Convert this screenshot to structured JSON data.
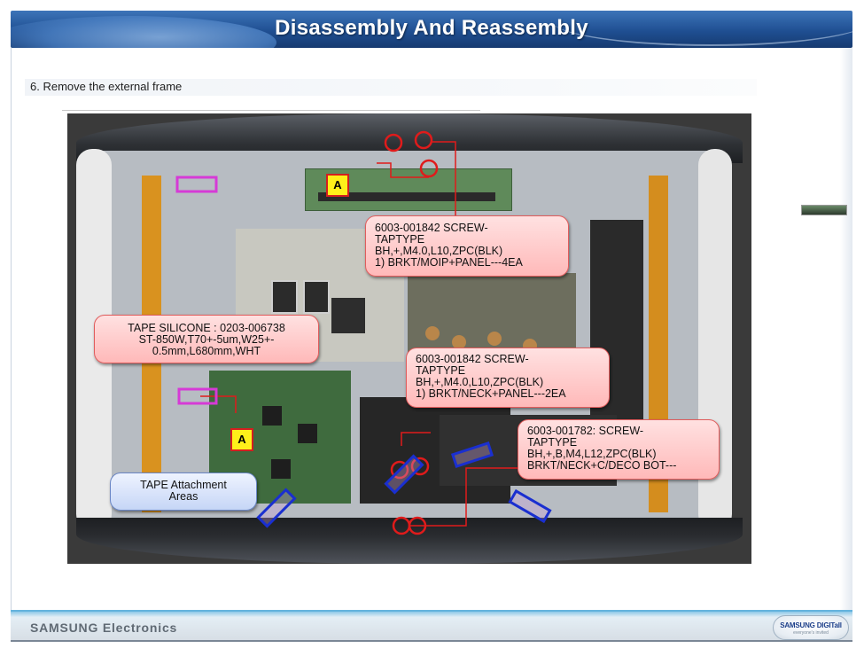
{
  "header": {
    "title": "Disassembly And Reassembly"
  },
  "step": {
    "text": "6. Remove the external frame"
  },
  "callouts": {
    "screw_top": {
      "lines": [
        "6003-001842 SCREW-",
        "TAPTYPE",
        "BH,+,M4.0,L10,ZPC(BLK)",
        "1) BRKT/MOIP+PANEL---4EA"
      ]
    },
    "tape_silicone": {
      "lines": [
        "TAPE SILICONE : 0203-006738",
        "ST-850W,T70+-5um,W25+-",
        "0.5mm,L680mm,WHT"
      ]
    },
    "screw_neck": {
      "lines": [
        "6003-001842 SCREW-",
        "TAPTYPE",
        "BH,+,M4.0,L10,ZPC(BLK)",
        "1) BRKT/NECK+PANEL---2EA"
      ]
    },
    "screw_deco": {
      "lines": [
        "6003-001782: SCREW-",
        "TAPTYPE",
        "BH,+,B,M4,L12,ZPC(BLK)",
        "BRKT/NECK+C/DECO BOT---"
      ]
    },
    "tape_areas": {
      "lines": [
        "TAPE Attachment",
        "Areas"
      ]
    }
  },
  "markers": {
    "a_label": "A"
  },
  "colors": {
    "header": "#1f4f92",
    "callout_red": "#ffb9b9",
    "callout_blue": "#c6d6f6",
    "screw_circle": "#e01b1b",
    "tape_box": "#1a2fd0",
    "silicone_box": "#d63ad6"
  },
  "footer": {
    "brand": "SAMSUNG Electronics",
    "logo_text": "SAMSUNG DIGITall",
    "logo_tagline": "everyone's invited"
  }
}
